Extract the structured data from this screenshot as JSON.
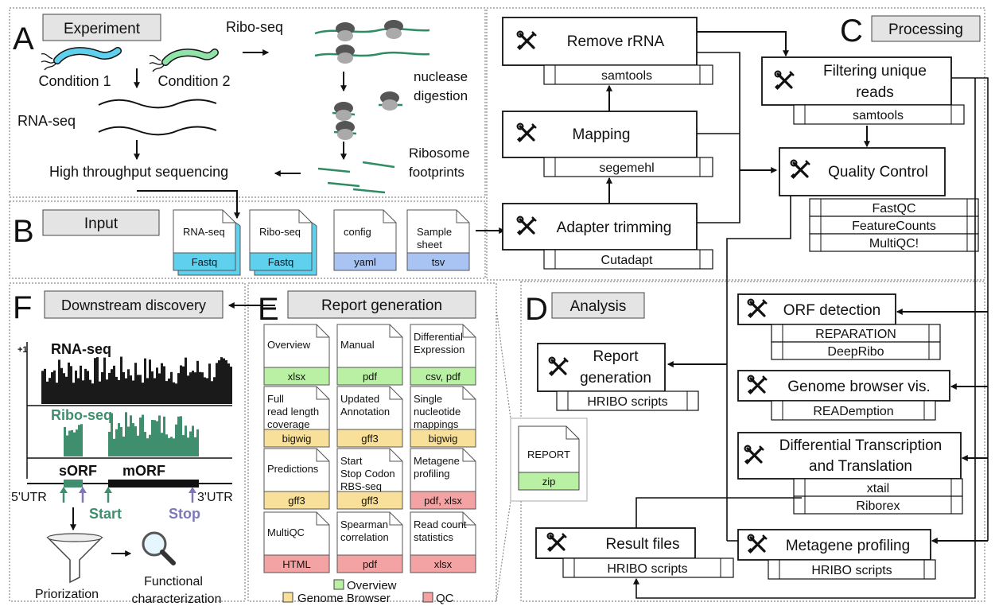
{
  "panel_a": {
    "letter": "A",
    "header": "Experiment",
    "condition_1": "Condition 1",
    "condition_2": "Condition 2",
    "rna_seq": "RNA-seq",
    "ribo_seq": "Ribo-seq",
    "nuclease_1": "nuclease",
    "nuclease_2": "digestion",
    "footprints_1": "Ribosome",
    "footprints_2": "footprints",
    "sequencing": "High throughput sequencing"
  },
  "panel_b": {
    "letter": "B",
    "header": "Input",
    "files": [
      {
        "name": "RNA-seq",
        "ext": "Fastq"
      },
      {
        "name": "Ribo-seq",
        "ext": "Fastq"
      },
      {
        "name": "config",
        "ext": "yaml"
      },
      {
        "name_1": "Sample",
        "name_2": "sheet",
        "ext": "tsv"
      }
    ]
  },
  "panel_c": {
    "letter": "C",
    "header": "Processing",
    "remove_rrna": "Remove rRNA",
    "remove_rrna_tool": "samtools",
    "mapping": "Mapping",
    "mapping_tool": "segemehl",
    "adapter": "Adapter trimming",
    "adapter_tool": "Cutadapt",
    "filtering_1": "Filtering unique",
    "filtering_2": "reads",
    "filtering_tool": "samtools",
    "qc": "Quality Control",
    "qc_tools": [
      "FastQC",
      "FeatureCounts",
      "MultiQC!"
    ]
  },
  "panel_d": {
    "letter": "D",
    "header": "Analysis",
    "report_1": "Report",
    "report_2": "generation",
    "report_tool": "HRIBO scripts",
    "orf": "ORF detection",
    "orf_tools": [
      "REPARATION",
      "DeepRibo"
    ],
    "genome": "Genome browser vis.",
    "genome_tool": "READemption",
    "diff_1": "Differential Transcription",
    "diff_2": "and Translation",
    "diff_tools": [
      "xtail",
      "Riborex"
    ],
    "result": "Result files",
    "result_tool": "HRIBO scripts",
    "metagene": "Metagene profiling",
    "metagene_tool": "HRIBO scripts"
  },
  "panel_e": {
    "letter": "E",
    "header": "Report generation",
    "docs": [
      {
        "lines": [
          "Overview"
        ],
        "ext": "xlsx",
        "cat": "overview"
      },
      {
        "lines": [
          "Manual"
        ],
        "ext": "pdf",
        "cat": "overview"
      },
      {
        "lines": [
          "Differential",
          "Expression"
        ],
        "ext": "csv, pdf",
        "cat": "overview"
      },
      {
        "lines": [
          "Full",
          "read length",
          "coverage"
        ],
        "ext": "bigwig",
        "cat": "genome"
      },
      {
        "lines": [
          "Updated",
          "Annotation"
        ],
        "ext": "gff3",
        "cat": "genome"
      },
      {
        "lines": [
          "Single",
          "nucleotide",
          "mappings"
        ],
        "ext": "bigwig",
        "cat": "genome"
      },
      {
        "lines": [
          "Predictions"
        ],
        "ext": "gff3",
        "cat": "genome"
      },
      {
        "lines": [
          "Start",
          "Stop Codon",
          "RBS-seq"
        ],
        "ext": "gff3",
        "cat": "genome"
      },
      {
        "lines": [
          "Metagene",
          "profiling"
        ],
        "ext": "pdf, xlsx",
        "cat": "qc"
      },
      {
        "lines": [
          "MultiQC"
        ],
        "ext": "HTML",
        "cat": "qc"
      },
      {
        "lines": [
          "Spearman",
          "correlation"
        ],
        "ext": "pdf",
        "cat": "qc"
      },
      {
        "lines": [
          "Read count",
          "statistics"
        ],
        "ext": "xlsx",
        "cat": "qc"
      }
    ],
    "report_file": {
      "name": "REPORT",
      "ext": "zip"
    },
    "legend": {
      "overview": "Overview",
      "genome": "Genome Browser",
      "qc": "QC"
    }
  },
  "panel_f": {
    "letter": "F",
    "header": "Downstream discovery",
    "plus_one": "+1",
    "rna_seq": "RNA-seq",
    "ribo_seq": "Ribo-seq",
    "sorf": "sORF",
    "morf": "mORF",
    "utr5": "5'UTR",
    "utr3": "3'UTR",
    "start": "Start",
    "stop": "Stop",
    "priorization": "Priorization",
    "functional_1": "Functional",
    "functional_2": "characterization"
  },
  "colors": {
    "fastq": "#5fd0ee",
    "yaml": "#a9c4f2",
    "tsv": "#a9c4f2",
    "overview": "#b9f0a3",
    "genome": "#f8e09a",
    "qc": "#f3a3a3",
    "ribo_green": "#3f8f6e",
    "stop_purple": "#7e77b8",
    "header_bg": "#e4e4e4"
  },
  "icons": [
    "tools-icon",
    "funnel-icon",
    "magnifier-icon",
    "ribosome-icon",
    "bacterium-icon",
    "document-icon"
  ]
}
